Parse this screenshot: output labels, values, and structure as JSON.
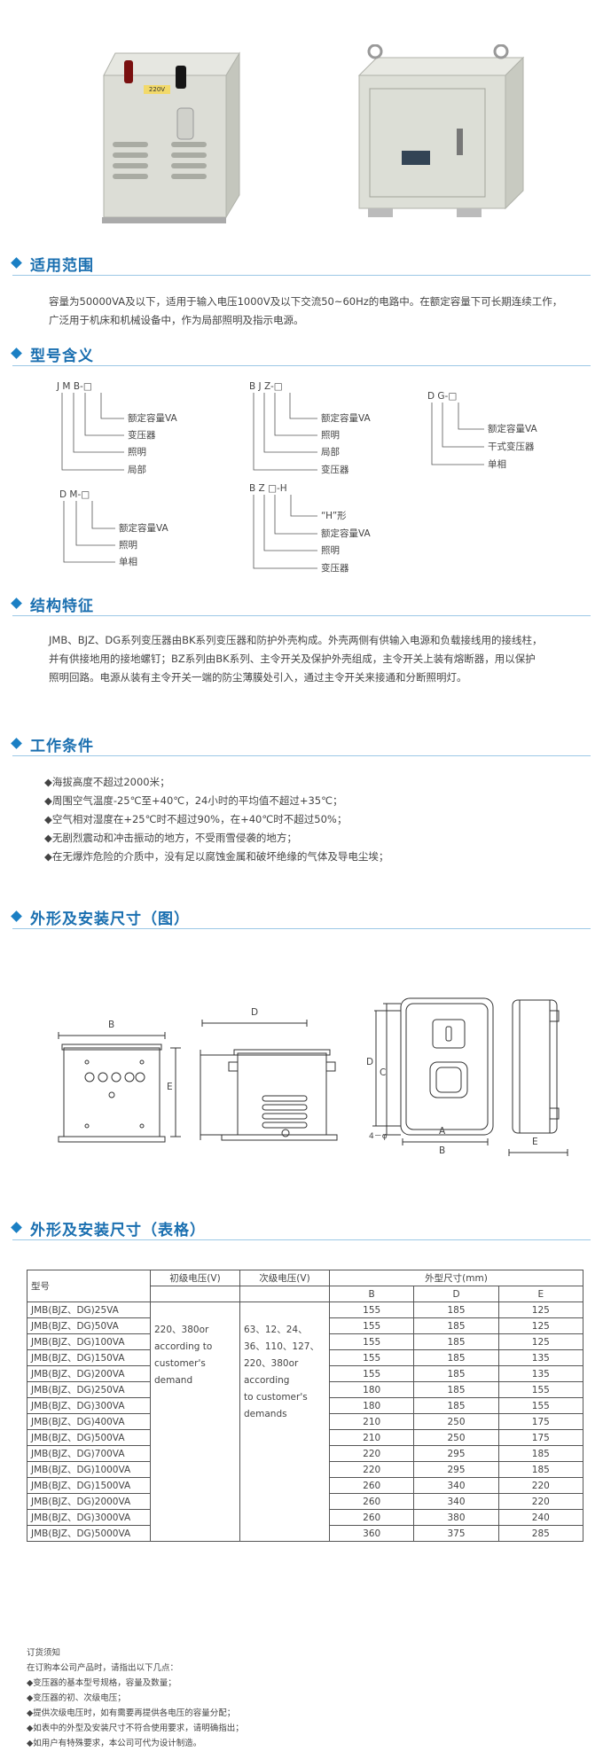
{
  "product_photo_label": "220V",
  "section1": {
    "title": "适用范围",
    "line1": "容量为50000VA及以下，适用于输入电压1000V及以下交流50~60Hz的电路中。在额定容量下可长期连续工作，",
    "line2": "广泛用于机床和机械设备中，作为局部照明及指示电源。"
  },
  "section2": {
    "title": "型号含义",
    "jmb": {
      "code": "J M B-□",
      "l1": "额定容量VA",
      "l2": "变压器",
      "l3": "照明",
      "l4": "局部"
    },
    "bjz": {
      "code": "B J Z-□",
      "l1": "额定容量VA",
      "l2": "照明",
      "l3": "局部",
      "l4": "变压器"
    },
    "dg": {
      "code": "D G-□",
      "l1": "额定容量VA",
      "l2": "干式变压器",
      "l3": "单相"
    },
    "dm": {
      "code": "D M-□",
      "l1": "额定容量VA",
      "l2": "照明",
      "l3": "单相"
    },
    "bzh": {
      "code": "B Z □-H",
      "l1": "“H”形",
      "l2": "额定容量VA",
      "l3": "照明",
      "l4": "变压器"
    }
  },
  "section3": {
    "title": "结构特征",
    "line1": "JMB、BJZ、DG系列变压器由BK系列变压器和防护外壳构成。外壳两侧有供输入电源和负载接线用的接线柱，",
    "line2": "并有供接地用的接地螺钉；BZ系列由BK系列、主令开关及保护外壳组成，主令开关上装有熔断器，用以保护",
    "line3": "照明回路。电源从装有主令开关一端的防尘薄膜处引入，通过主令开关来接通和分断照明灯。"
  },
  "section4": {
    "title": "工作条件",
    "items": [
      "◆海拔高度不超过2000米；",
      "◆周围空气温度-25℃至+40℃，24小时的平均值不超过+35℃；",
      "◆空气相对湿度在+25℃时不超过90%，在+40℃时不超过50%；",
      "◆无剧烈震动和冲击振动的地方，不受雨雪侵袭的地方；",
      "◆在无爆炸危险的介质中，没有足以腐蚀金属和破坏绝缘的气体及导电尘埃；"
    ]
  },
  "section5": {
    "title": "外形及安装尺寸（图）",
    "labels": {
      "B": "B",
      "D": "D",
      "E": "E",
      "C": "C",
      "A": "A",
      "holes": "4－φ"
    }
  },
  "section6": {
    "title": "外形及安装尺寸（表格）"
  },
  "table": {
    "h_model": "型号",
    "h_primary": "初级电压(V)",
    "h_secondary": "次级电压(V)",
    "h_dims": "外型尺寸(mm)",
    "h_B": "B",
    "h_D": "D",
    "h_E": "E",
    "primary": [
      "220、380or",
      "according to",
      "customer's",
      "demand"
    ],
    "secondary": [
      "63、12、24、",
      "36、110、127、",
      "220、380or",
      "according",
      "to customer's",
      "demands"
    ],
    "rows": [
      [
        "JMB(BJZ、DG)25VA",
        "155",
        "185",
        "125"
      ],
      [
        "JMB(BJZ、DG)50VA",
        "155",
        "185",
        "125"
      ],
      [
        "JMB(BJZ、DG)100VA",
        "155",
        "185",
        "125"
      ],
      [
        "JMB(BJZ、DG)150VA",
        "155",
        "185",
        "135"
      ],
      [
        "JMB(BJZ、DG)200VA",
        "155",
        "185",
        "135"
      ],
      [
        "JMB(BJZ、DG)250VA",
        "180",
        "185",
        "155"
      ],
      [
        "JMB(BJZ、DG)300VA",
        "180",
        "185",
        "155"
      ],
      [
        "JMB(BJZ、DG)400VA",
        "210",
        "250",
        "175"
      ],
      [
        "JMB(BJZ、DG)500VA",
        "210",
        "250",
        "175"
      ],
      [
        "JMB(BJZ、DG)700VA",
        "220",
        "295",
        "185"
      ],
      [
        "JMB(BJZ、DG)1000VA",
        "220",
        "295",
        "185"
      ],
      [
        "JMB(BJZ、DG)1500VA",
        "260",
        "340",
        "220"
      ],
      [
        "JMB(BJZ、DG)2000VA",
        "260",
        "340",
        "220"
      ],
      [
        "JMB(BJZ、DG)3000VA",
        "260",
        "380",
        "240"
      ],
      [
        "JMB(BJZ、DG)5000VA",
        "360",
        "375",
        "285"
      ]
    ]
  },
  "notes": {
    "title": "订货须知",
    "lines": [
      "在订购本公司产品时，请指出以下几点：",
      "◆变压器的基本型号规格，容量及数量；",
      "◆变压器的初、次级电压；",
      "◆提供次级电压时，如有需要再提供各电压的容量分配；",
      "◆如表中的外型及安装尺寸不符合使用要求，请明确指出；",
      "◆如用户有特殊要求，本公司可代为设计制造。"
    ]
  }
}
